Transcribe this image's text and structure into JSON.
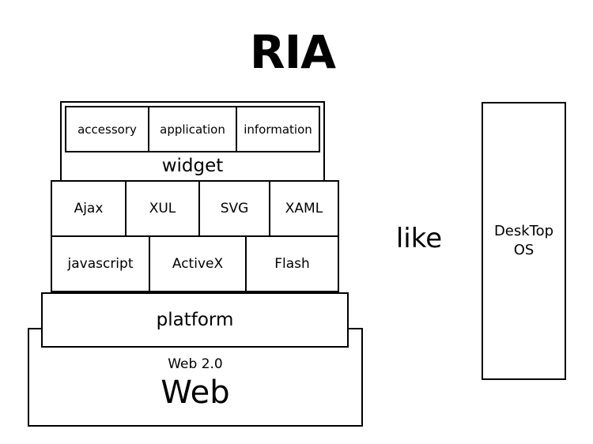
{
  "title": "RIA",
  "widget": {
    "items": [
      "accessory",
      "application",
      "information"
    ],
    "label": "widget"
  },
  "tech_row": [
    "Ajax",
    "XUL",
    "SVG",
    "XAML"
  ],
  "runtime_row": [
    "javascript",
    "ActiveX",
    "Flash"
  ],
  "platform": "platform",
  "web": {
    "sub": "Web 2.0",
    "main": "Web"
  },
  "like": "like",
  "desktop": {
    "line1": "DeskTop",
    "line2": "OS"
  }
}
